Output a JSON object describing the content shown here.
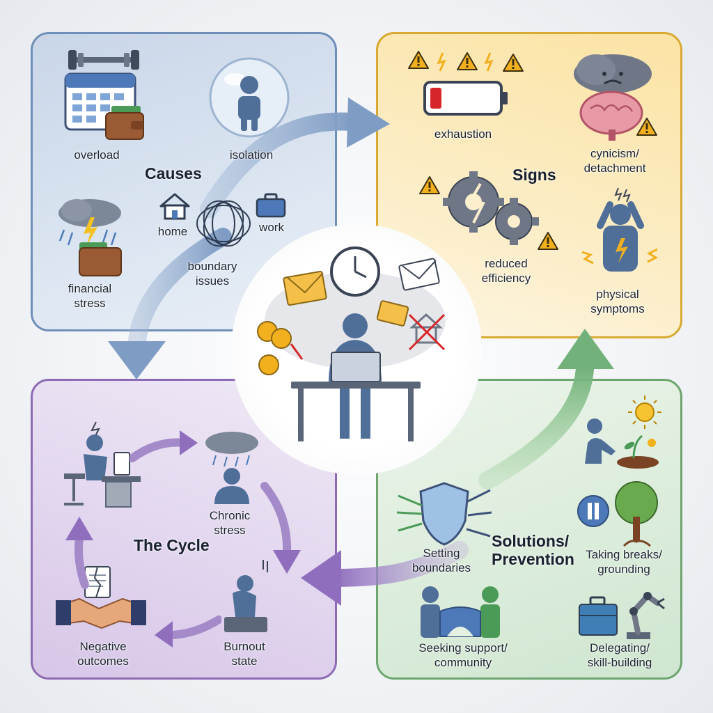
{
  "colors": {
    "causes": "#6f8fb8",
    "signs": "#d9a932",
    "cycle": "#8d6bb3",
    "solutions": "#6ea56e",
    "figure": "#4f6f99",
    "warning": "#f2b01e"
  },
  "causes": {
    "title": "Causes",
    "overload": "overload",
    "isolation": "isolation",
    "financial_stress": "financial\nstress",
    "home": "home",
    "work": "work",
    "boundary_issues": "boundary\nissues"
  },
  "signs": {
    "title": "Signs",
    "exhaustion": "exhaustion",
    "cynicism": "cynicism/\ndetachment",
    "reduced_efficiency": "reduced\nefficiency",
    "physical_symptoms": "physical\nsymptoms"
  },
  "cycle": {
    "title": "The Cycle",
    "chronic_stress": "Chronic\nstress",
    "burnout_state": "Burnout\nstate",
    "negative_outcomes": "Negative\noutcomes"
  },
  "solutions": {
    "title": "Solutions/\nPrevention",
    "setting_boundaries": "Setting\nboundaries",
    "taking_breaks": "Taking breaks/\ngrounding",
    "seeking_support": "Seeking support/\ncommunity",
    "delegating": "Delegating/\nskill-building"
  },
  "icons": [
    "calendar-icon",
    "dumbbell-icon",
    "wallet-icon",
    "bubble-person-icon",
    "storm-cloud-icon",
    "house-icon",
    "briefcase-icon",
    "tangle-icon",
    "battery-icon",
    "warning-icon",
    "brain-cloud-icon",
    "gears-icon",
    "stressed-person-icon",
    "worker-at-desk-icon",
    "clock-icon",
    "envelope-icon",
    "coin-icon",
    "shield-icon",
    "gardening-icon",
    "tree-icon",
    "pause-icon",
    "bridge-people-icon",
    "toolbox-icon",
    "robot-arm-icon",
    "handshake-icon",
    "document-icon",
    "sun-icon"
  ]
}
